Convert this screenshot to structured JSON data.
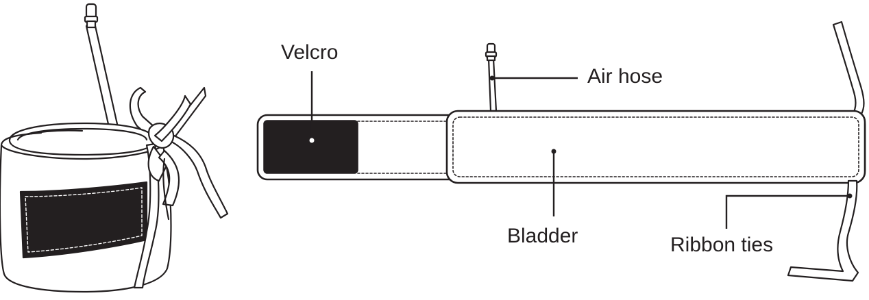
{
  "labels": {
    "velcro": "Velcro",
    "air_hose": "Air hose",
    "bladder": "Bladder",
    "ribbon_ties": "Ribbon ties"
  },
  "colors": {
    "ink": "#231f20",
    "background": "#ffffff",
    "velcro_patch": "#231f20"
  },
  "icons": {
    "assembled_cuff": "wrapped-cuff-illustration",
    "flat_cuff": "flat-cuff-strap-illustration"
  }
}
